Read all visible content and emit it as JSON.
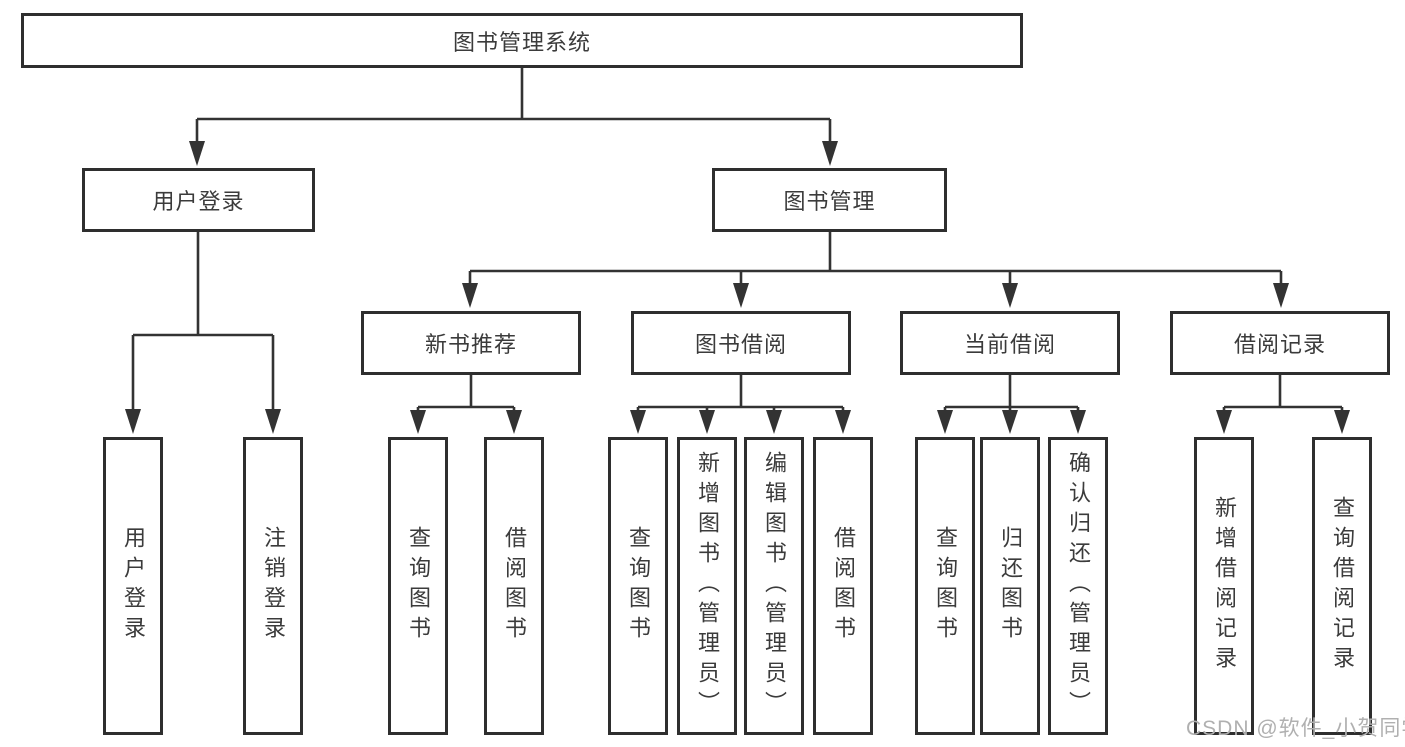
{
  "diagram": {
    "type": "hierarchy-tree",
    "hierarchy": {
      "图书管理系统": {
        "用户登录": [
          "用户登录",
          "注销登录"
        ],
        "图书管理": {
          "新书推荐": [
            "查询图书",
            "借阅图书"
          ],
          "图书借阅": [
            "查询图书",
            "新增图书（管理员）",
            "编辑图书（管理员）",
            "借阅图书"
          ],
          "当前借阅": [
            "查询图书",
            "归还图书",
            "确认归还（管理员）"
          ],
          "借阅记录": [
            "新增借阅记录",
            "查询借阅记录"
          ]
        }
      }
    }
  },
  "nodes": {
    "root": {
      "label": "图书管理系统"
    },
    "user_login": {
      "label": "用户登录"
    },
    "book_mgmt": {
      "label": "图书管理"
    },
    "new_book_rec": {
      "label": "新书推荐"
    },
    "book_borrow": {
      "label": "图书借阅"
    },
    "current_borrow": {
      "label": "当前借阅"
    },
    "borrow_record": {
      "label": "借阅记录"
    },
    "leaf_user_login": {
      "label": "用户登录"
    },
    "leaf_logout": {
      "label": "注销登录"
    },
    "rec_query_book": {
      "label": "查询图书"
    },
    "rec_borrow_book": {
      "label": "借阅图书"
    },
    "bb_query_book": {
      "label": "查询图书"
    },
    "bb_add_book": {
      "label": "新增图书（管理员）"
    },
    "bb_edit_book": {
      "label": "编辑图书（管理员）"
    },
    "bb_borrow_book": {
      "label": "借阅图书"
    },
    "cb_query_book": {
      "label": "查询图书"
    },
    "cb_return_book": {
      "label": "归还图书"
    },
    "cb_confirm_return": {
      "label": "确认归还（管理员）"
    },
    "br_add_record": {
      "label": "新增借阅记录"
    },
    "br_query_record": {
      "label": "查询借阅记录"
    }
  },
  "watermark": {
    "text": "CSDN @软件_小贺同学"
  },
  "colors": {
    "line": "#333333",
    "box_border": "#2e2e2e",
    "text": "#3b3b3b",
    "watermark": "#b0b0b0",
    "background": "#ffffff"
  }
}
